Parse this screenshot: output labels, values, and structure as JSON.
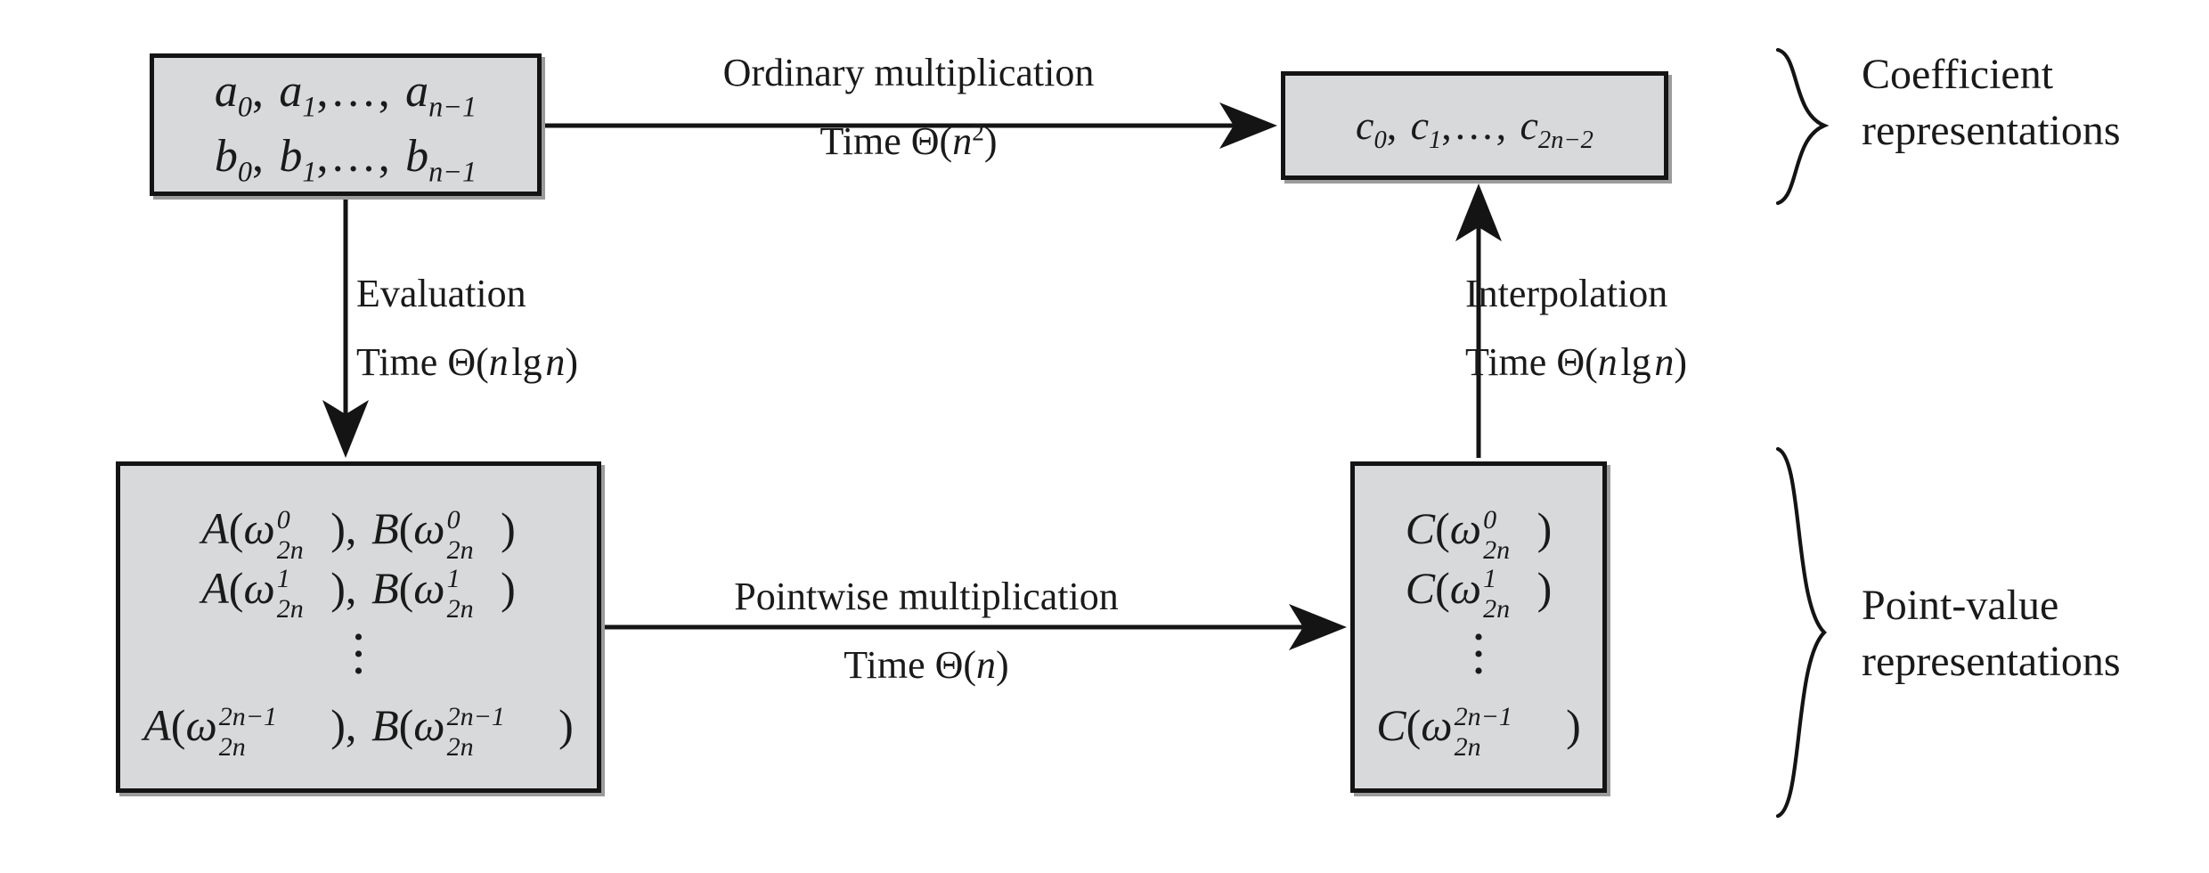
{
  "diagram": {
    "title": "Polynomial multiplication via FFT",
    "colors": {
      "box_fill": "#d8d9da",
      "box_border": "#141414",
      "box_shadow": "#9b9b9b",
      "ink": "#1a1a1a",
      "background": "#ffffff"
    }
  },
  "boxes": {
    "coefficient_input": {
      "name": "coefficient-input",
      "lines": [
        {
          "prefix": "a",
          "sub0": "0",
          "mid": ", a",
          "sub1": "1",
          "dots": ", . . . , a",
          "last": "n−1"
        },
        {
          "prefix": "b",
          "sub0": "0",
          "mid": ", b",
          "sub1": "1",
          "dots": ", . . . , b",
          "last": "n−1"
        }
      ],
      "text": [
        "a0, a1, . . . , an−1",
        "b0, b1, . . . , bn−1"
      ]
    },
    "coefficient_output": {
      "name": "coefficient-output",
      "lines": [
        {
          "prefix": "c",
          "sub0": "0",
          "mid": ", c",
          "sub1": "1",
          "dots": ", . . . , c",
          "last": "2n−2"
        }
      ],
      "text": [
        "c0, c1, . . . , c2n−2"
      ]
    },
    "pointvalue_input": {
      "name": "pointvalue-input",
      "rows": [
        {
          "a": "A",
          "b": "B",
          "sup": "0",
          "sub": "2n"
        },
        {
          "a": "A",
          "b": "B",
          "sup": "1",
          "sub": "2n"
        },
        {
          "a": "⋮",
          "b": "",
          "sup": "",
          "sub": ""
        },
        {
          "a": "A",
          "b": "B",
          "sup": "2n−1",
          "sub": "2n"
        }
      ],
      "text": [
        "A(ω_2n^0), B(ω_2n^0)",
        "A(ω_2n^1), B(ω_2n^1)",
        "⋮",
        "A(ω_2n^{2n−1}), B(ω_2n^{2n−1})"
      ]
    },
    "pointvalue_output": {
      "name": "pointvalue-output",
      "rows": [
        {
          "c": "C",
          "sup": "0",
          "sub": "2n"
        },
        {
          "c": "C",
          "sup": "1",
          "sub": "2n"
        },
        {
          "c": "⋮",
          "sup": "",
          "sub": ""
        },
        {
          "c": "C",
          "sup": "2n−1",
          "sub": "2n"
        }
      ],
      "text": [
        "C(ω_2n^0)",
        "C(ω_2n^1)",
        "⋮",
        "C(ω_2n^{2n−1})"
      ]
    }
  },
  "edges": {
    "ordinary_multiplication": {
      "label": "Ordinary multiplication",
      "time_prefix": "Time ",
      "time_theta": "Θ(",
      "time_arg": "n",
      "time_sup": "2",
      "time_close": ")",
      "time_text": "Time Θ(n²)",
      "direction": "right"
    },
    "evaluation": {
      "label": "Evaluation",
      "time_prefix": "Time ",
      "time_theta": "Θ(",
      "time_arg": "n",
      "time_mid": " lg ",
      "time_arg2": "n",
      "time_close": ")",
      "time_text": "Time Θ(n lg n)",
      "direction": "down"
    },
    "pointwise_multiplication": {
      "label": "Pointwise multiplication",
      "time_prefix": "Time ",
      "time_theta": "Θ(",
      "time_arg": "n",
      "time_close": ")",
      "time_text": "Time Θ(n)",
      "direction": "right"
    },
    "interpolation": {
      "label": "Interpolation",
      "time_prefix": "Time ",
      "time_theta": "Θ(",
      "time_arg": "n",
      "time_mid": " lg ",
      "time_arg2": "n",
      "time_close": ")",
      "time_text": "Time Θ(n lg n)",
      "direction": "up"
    }
  },
  "captions": {
    "coefficient": {
      "line1": "Coefficient",
      "line2": "representations"
    },
    "pointvalue": {
      "line1": "Point-value",
      "line2": "representations"
    }
  }
}
